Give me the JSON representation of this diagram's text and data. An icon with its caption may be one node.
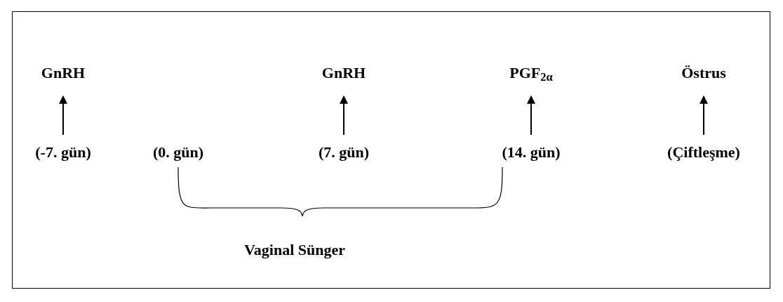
{
  "diagram": {
    "nodes": [
      {
        "text": [
          "GnRH"
        ]
      },
      {
        "text": [
          "GnRH"
        ]
      },
      {
        "text": [
          "PGF$_{2α}$"
        ]
      },
      {
        "text": [
          "Östrus"
        ]
      },
      {
        "text": [
          "(-7. gün)"
        ]
      },
      {
        "text": [
          "(0. gün)"
        ]
      },
      {
        "text": [
          "(7. gün)"
        ]
      },
      {
        "text": [
          "(14. gün)"
        ]
      },
      {
        "text": [
          "(Çiftleşme)"
        ]
      }
    ],
    "edges": [
      {
        "from": 4,
        "to": 0,
        "arrow": "to"
      },
      {
        "from": 6,
        "to": 1,
        "arrow": "to"
      },
      {
        "from": 7,
        "to": 2,
        "arrow": "to"
      },
      {
        "from": 8,
        "to": 3,
        "arrow": "to"
      }
    ],
    "labels": [
      "Vaginal Sünger"
    ]
  }
}
